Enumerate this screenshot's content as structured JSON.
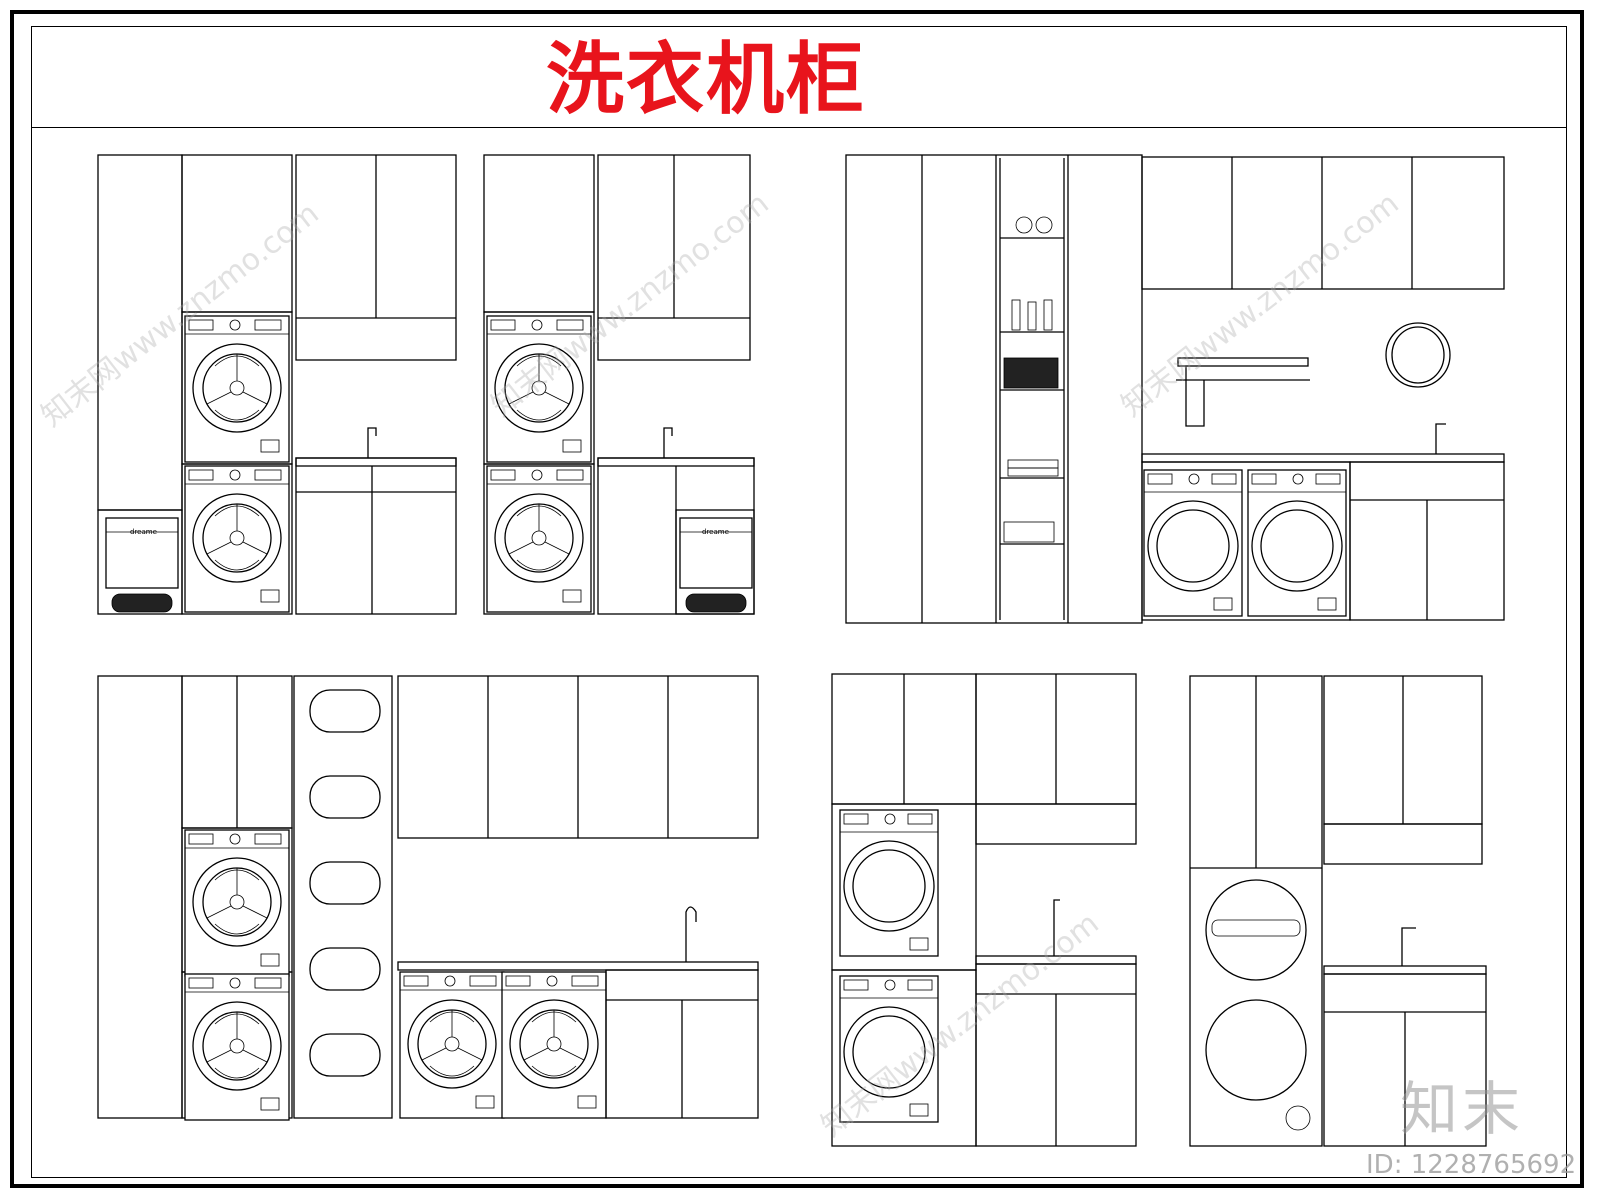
{
  "title": "洗衣机柜",
  "appliance_brand": "dreame",
  "watermark": {
    "brand": "知末",
    "id_label": "ID: 1228765692",
    "site": "知末网www.znzmo.com"
  },
  "colors": {
    "title": "#e8141c",
    "line": "#000000",
    "background": "#ffffff"
  }
}
